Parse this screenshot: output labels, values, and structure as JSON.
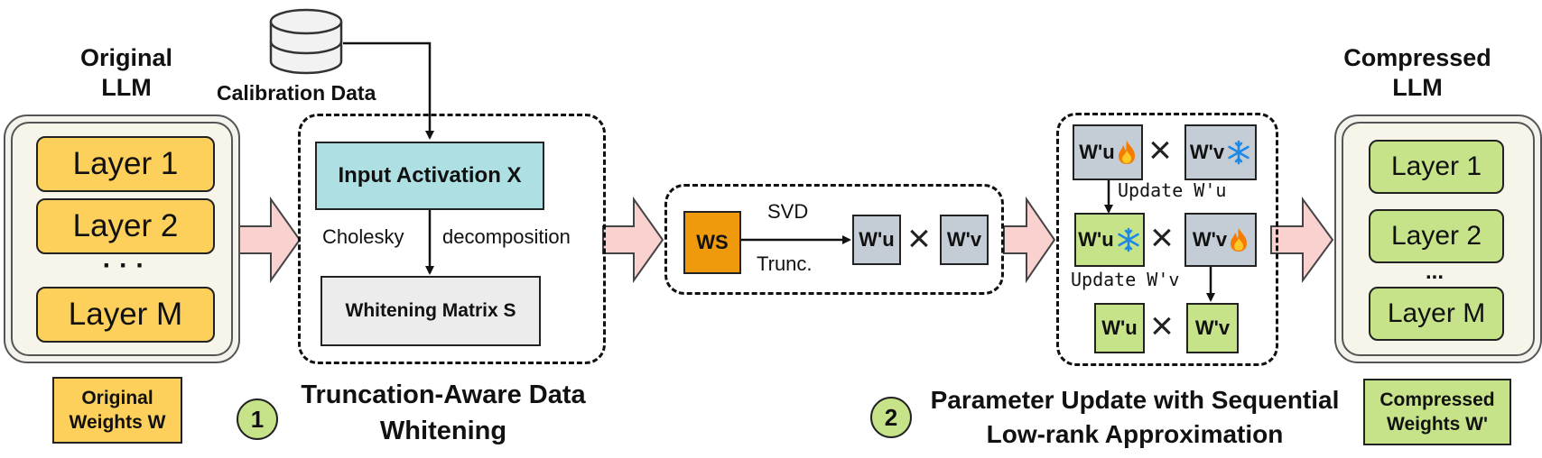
{
  "original": {
    "title_line1": "Original",
    "title_line2": "LLM",
    "layers": [
      "Layer 1",
      "Layer 2",
      "· · ·",
      "Layer M"
    ],
    "weights_label_line1": "Original",
    "weights_label_line2": "Weights W"
  },
  "calibration": {
    "label": "Calibration Data"
  },
  "whitening": {
    "input_activation": "Input Activation X",
    "cholesky": "Cholesky",
    "decomposition": "decomposition",
    "whitening_matrix": "Whitening Matrix S",
    "step_number": "1",
    "step_title_line1": "Truncation-Aware Data",
    "step_title_line2": "Whitening"
  },
  "svd": {
    "ws_label": "WS",
    "svd_label": "SVD",
    "trunc_label": "Trunc.",
    "wu_label": "W'u",
    "wv_label": "W'v"
  },
  "update": {
    "wu_label": "W'u",
    "wv_label": "W'v",
    "update_wu": "Update W'u",
    "update_wv": "Update W'v",
    "step_number": "2",
    "step_title_line1": "Parameter Update with Sequential",
    "step_title_line2": "Low-rank Approximation"
  },
  "compressed": {
    "title_line1": "Compressed",
    "title_line2": "LLM",
    "layers": [
      "Layer 1",
      "Layer 2",
      "...",
      "Layer M"
    ],
    "weights_label_line1": "Compressed",
    "weights_label_line2": "Weights W'"
  },
  "colors": {
    "original_layer": "#fcd05a",
    "compressed_layer": "#c6e38a",
    "input_activation": "#aee0e3",
    "whitening_matrix": "#ececec",
    "ws_box": "#ef9a0c",
    "weight_gray": "#c4ccd6",
    "arrow_fill": "#f9d2d0",
    "step_badge": "#c6e38a"
  },
  "icons": [
    "database-icon",
    "fire-icon",
    "snowflake-icon",
    "times-icon"
  ]
}
